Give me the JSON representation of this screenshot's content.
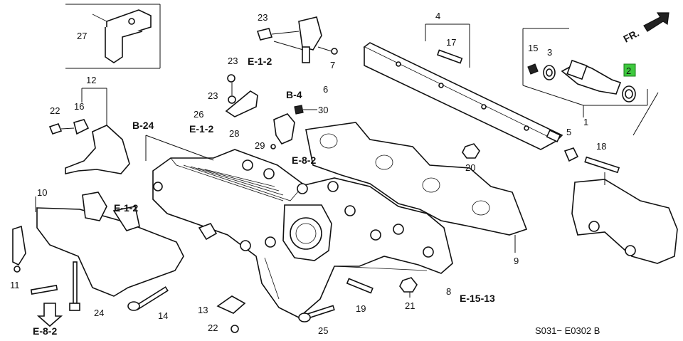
{
  "callouts": {
    "n27": "27",
    "n23a": "23",
    "n23b": "23",
    "n23c": "23",
    "n15": "15",
    "n3": "3",
    "n2": "2",
    "n4": "4",
    "n17": "17",
    "n12": "12",
    "n22a": "22",
    "n16": "16",
    "n26": "26",
    "n30": "30",
    "n7": "7",
    "n6": "6",
    "n28": "28",
    "n29": "29",
    "n1": "1",
    "n5": "5",
    "n18": "18",
    "n20": "20",
    "n10": "10",
    "n11": "11",
    "n24": "24",
    "n14": "14",
    "n13": "13",
    "n22b": "22",
    "n25": "25",
    "n19": "19",
    "n21": "21",
    "n8": "8",
    "n9": "9"
  },
  "refs": {
    "e12a": "E-1-2",
    "b4": "B-4",
    "b24": "B-24",
    "e12b": "E-1-2",
    "e82a": "E-8-2",
    "e12c": "E-1-2",
    "e1513": "E-15-13",
    "e82b": "E-8-2"
  },
  "direction_label": "FR.",
  "drawing_code": "S031− E0302 B",
  "highlight_color": "#3ec93e"
}
